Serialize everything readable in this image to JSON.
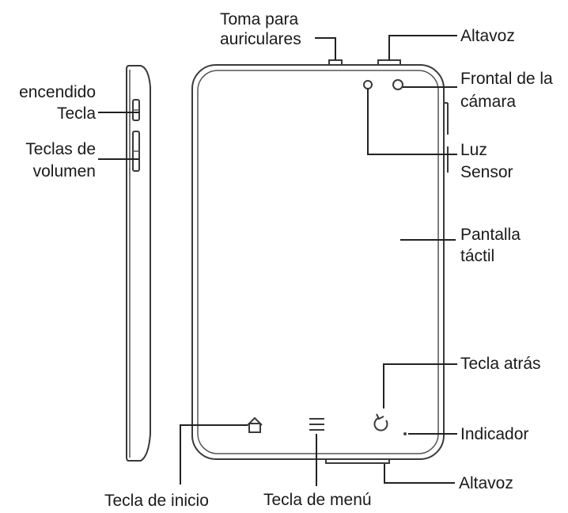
{
  "labels": {
    "headphone_jack": [
      "Toma para",
      "auriculares"
    ],
    "speaker_top": "Altavoz",
    "front_camera": [
      "Frontal de la",
      "cámara"
    ],
    "light_sensor": [
      "Luz",
      "Sensor"
    ],
    "touchscreen": [
      "Pantalla",
      "táctil"
    ],
    "back_key": "Tecla atrás",
    "indicator": "Indicador",
    "speaker_bottom": "Altavoz",
    "home_key": "Tecla de inicio",
    "menu_key": "Tecla de menú",
    "power_key": [
      "encendido",
      "Tecla"
    ],
    "volume_keys": [
      "Teclas de",
      "volumen"
    ]
  },
  "colors": {
    "outline": "#3a3a3a",
    "leader": "#222222",
    "text": "#1a1a1a"
  },
  "icons": {
    "home": "house-icon",
    "menu": "hamburger-menu-icon",
    "back": "back-arrow-icon"
  }
}
